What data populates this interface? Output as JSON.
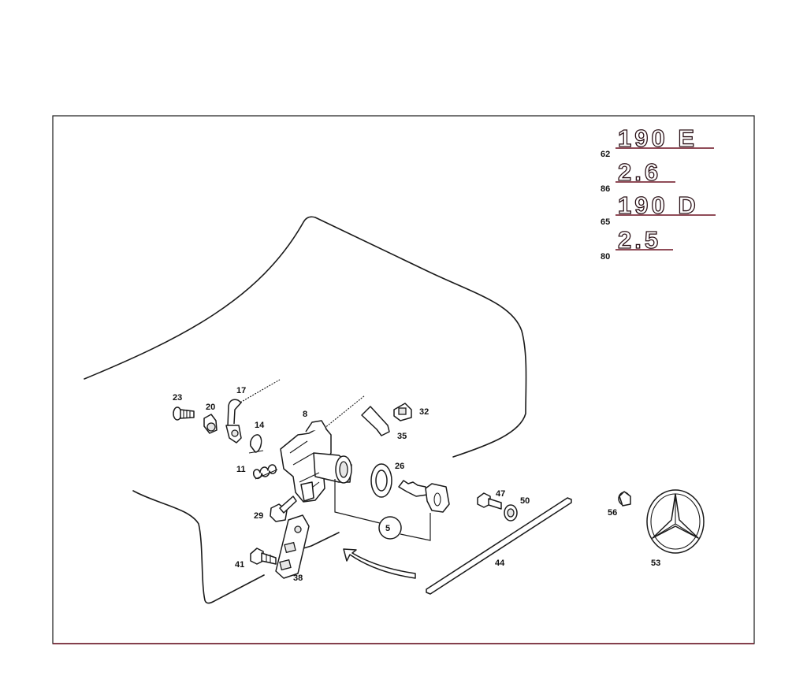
{
  "callouts": {
    "p5": "5",
    "p8": "8",
    "p11": "11",
    "p14": "14",
    "p17": "17",
    "p20": "20",
    "p23": "23",
    "p26": "26",
    "p29": "29",
    "p32": "32",
    "p35": "35",
    "p38": "38",
    "p41": "41",
    "p44": "44",
    "p47": "47",
    "p50": "50",
    "p53": "53",
    "p56": "56",
    "p62": "62",
    "p65": "65",
    "p80": "80",
    "p86": "86"
  },
  "emblems": {
    "e62": "190 E",
    "e86": "2.6",
    "e65": "190 D",
    "e80": "2.5"
  },
  "colors": {
    "line": "#1a1a1a",
    "accent": "#6b1020"
  }
}
